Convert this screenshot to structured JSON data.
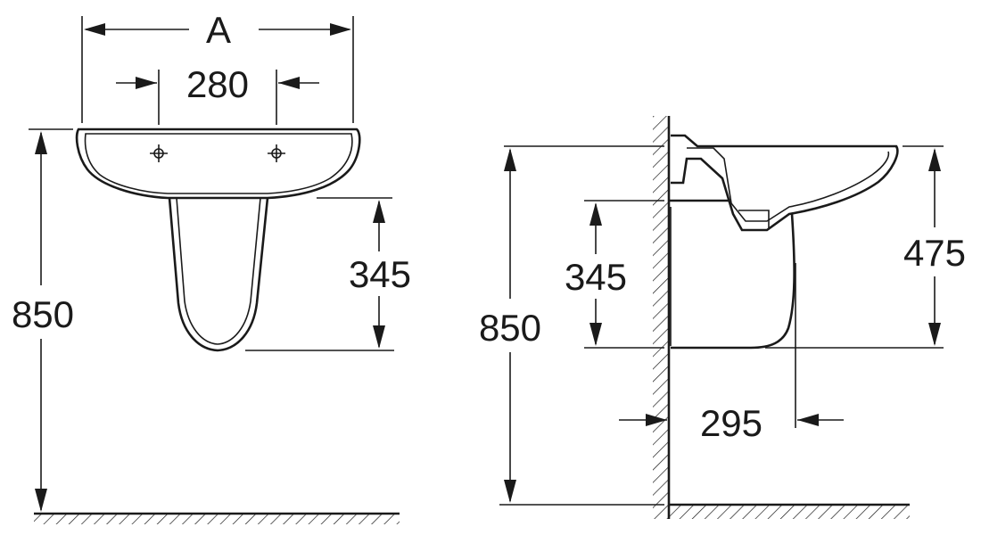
{
  "front_view": {
    "width_label": "A",
    "tap_spacing_label": "280",
    "pedestal_height_label": "345",
    "total_height_label": "850"
  },
  "side_view": {
    "total_height_label": "850",
    "pedestal_height_label": "345",
    "bowl_height_label": "475",
    "projection_label": "295"
  },
  "colors": {
    "ink": "#1a1a1a",
    "background": "#ffffff"
  }
}
